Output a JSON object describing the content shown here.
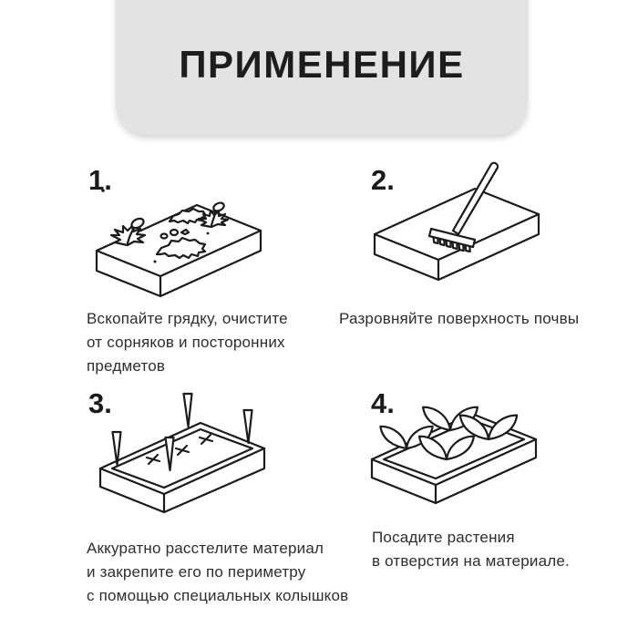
{
  "page": {
    "background_color": "#ffffff",
    "text_color": "#2e2e2e",
    "line_color": "#1b1b1b"
  },
  "header": {
    "title": "ПРИМЕНЕНИЕ",
    "banner_color": "#e3e3e3"
  },
  "steps": [
    {
      "number": "1.",
      "icon": "garden-bed-with-weeds-illustration",
      "caption": "Вскопайте грядку, очистите\nот сорняков и посторонних\nпредметов"
    },
    {
      "number": "2.",
      "icon": "garden-bed-with-rake-illustration",
      "caption": "Разровняйте поверхность почвы"
    },
    {
      "number": "3.",
      "icon": "garden-bed-with-fabric-and-pegs-illustration",
      "caption": "Аккуратно расстелите материал\nи закрепите его по периметру\nс помощью специальных колышков"
    },
    {
      "number": "4.",
      "icon": "garden-bed-with-plants-illustration",
      "caption": "Посадите растения\nв отверстия на материале."
    }
  ]
}
